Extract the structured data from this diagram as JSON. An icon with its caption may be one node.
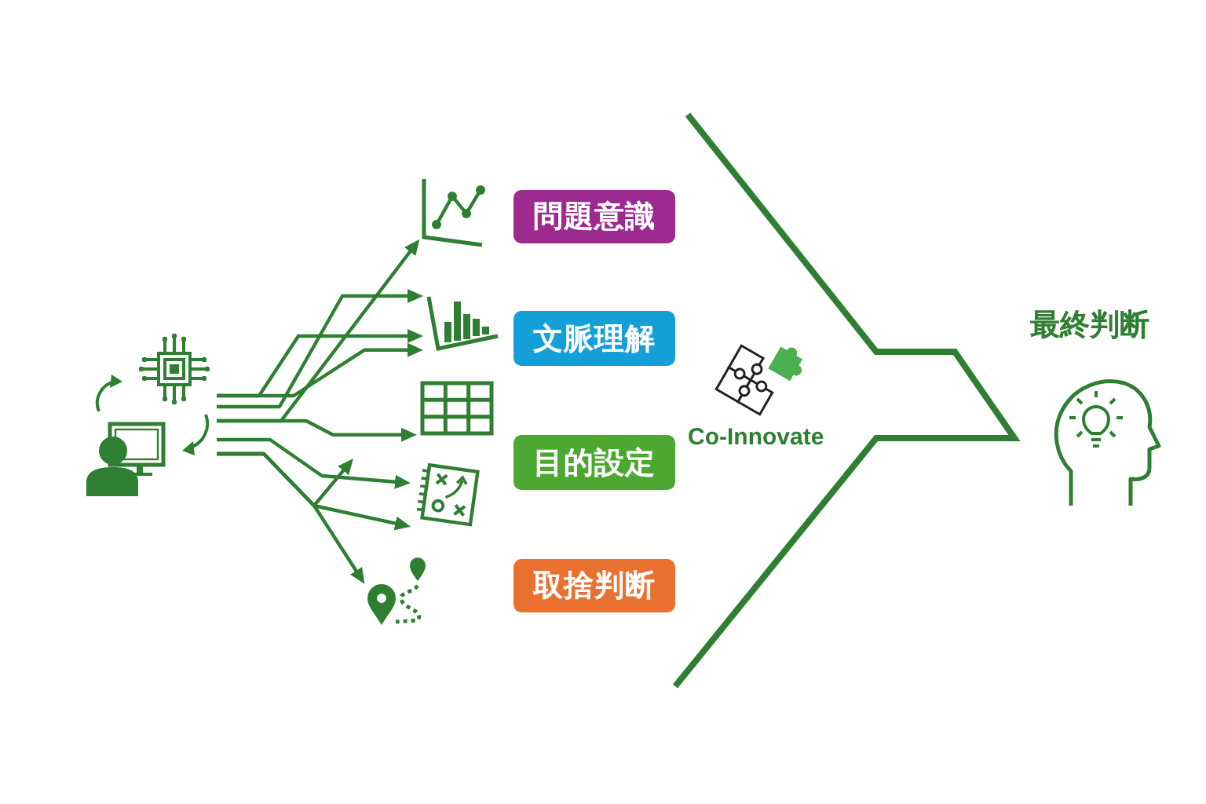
{
  "diagram": {
    "nodes": [
      {
        "text": [],
        "shape": "picture"
      },
      {
        "text": [],
        "shape": "picture"
      },
      {
        "text": [],
        "shape": "picture"
      },
      {
        "text": [],
        "shape": "table"
      },
      {
        "text": [],
        "shape": "picture"
      },
      {
        "text": [],
        "shape": "picture"
      },
      {
        "text": [
          "問題意識"
        ]
      },
      {
        "text": [
          "文脈理解"
        ]
      },
      {
        "text": [
          "目的設定"
        ]
      },
      {
        "text": [
          "取捨判断"
        ]
      }
    ],
    "edges": [
      {
        "from": 0,
        "to": 1,
        "arrow": "to"
      },
      {
        "from": 0,
        "to": 2,
        "arrow": "to"
      },
      {
        "from": 0,
        "to": 2,
        "arrow": "to"
      },
      {
        "from": 0,
        "to": 2,
        "arrow": "to"
      },
      {
        "from": 0,
        "to": 3,
        "arrow": "to"
      },
      {
        "from": 0,
        "to": null,
        "arrow": "to"
      },
      {
        "from": 0,
        "to": 4,
        "arrow": "to"
      },
      {
        "from": 0,
        "to": 4,
        "arrow": "to"
      },
      {
        "from": 0,
        "to": 5,
        "arrow": "to"
      }
    ],
    "labels": [
      "Co-Innovate",
      "最終判断"
    ]
  }
}
